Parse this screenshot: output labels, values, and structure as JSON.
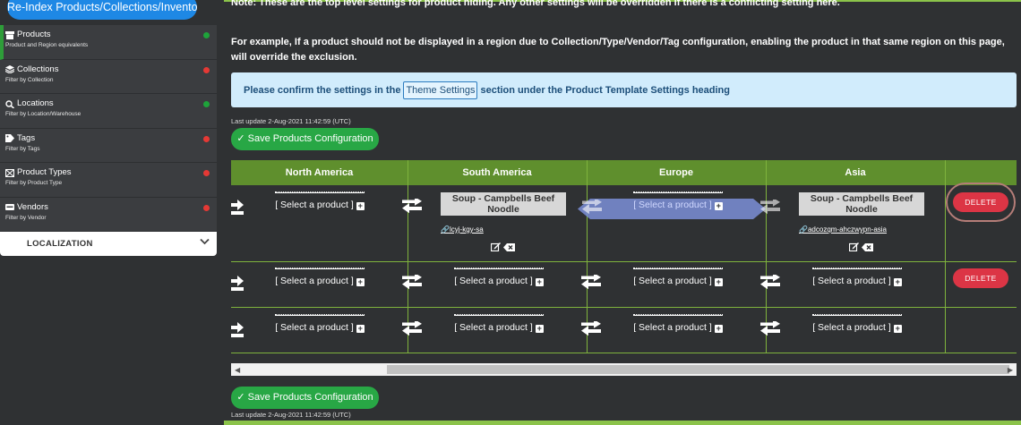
{
  "sidebar": {
    "reindex_label": "Re-Index Products/Collections/Inventory",
    "items": [
      {
        "title": "Products",
        "subtitle": "Product and Region equivalents",
        "status": "green",
        "icon": "box-icon"
      },
      {
        "title": "Collections",
        "subtitle": "Filter by Collection",
        "status": "red",
        "icon": "layers-icon"
      },
      {
        "title": "Locations",
        "subtitle": "Filter by Location/Warehouse",
        "status": "green",
        "icon": "map-marker-icon"
      },
      {
        "title": "Tags",
        "subtitle": "Filter by Tags",
        "status": "red",
        "icon": "tag-icon"
      },
      {
        "title": "Product Types",
        "subtitle": "Filter by Product Type",
        "status": "red",
        "icon": "product-type-icon"
      },
      {
        "title": "Vendors",
        "subtitle": "Filter by Vendor",
        "status": "red",
        "icon": "vendor-icon"
      }
    ],
    "localization_label": "LOCALIZATION"
  },
  "main": {
    "note_text": "Note: These are the top level settings for product hiding. Any other settings will be overridden if there is a conflicting setting here.",
    "example_text": "For example, If a product should not be displayed in a region due to Collection/Type/Vendor/Tag configuration, enabling the product in that same region on this page, will override the exclusion.",
    "info_prefix": "Please confirm the settings in the",
    "info_link": "Theme Settings",
    "info_suffix": "section under the Product Template Settings heading",
    "last_update": "Last update 2-Aug-2021 11:42:59 (UTC)",
    "save_label": "✓ Save Products Configuration"
  },
  "table": {
    "columns": [
      "North America",
      "South America",
      "Europe",
      "Asia"
    ],
    "select_placeholder": "[ Select a product ]",
    "delete_label": "DELETE",
    "row1": {
      "sa_product": "Soup - Campbells Beef Noodle",
      "sa_handle": "lcyj-kgy-sa",
      "asia_product": "Soup - Campbells Beef Noodle",
      "asia_handle": "adcozqm-ahczwypn-asia"
    }
  },
  "colors": {
    "accent_green": "#8bc34a",
    "header_green": "#5f8f2d",
    "primary_blue": "#1e88e5",
    "danger_red": "#dc3545"
  }
}
